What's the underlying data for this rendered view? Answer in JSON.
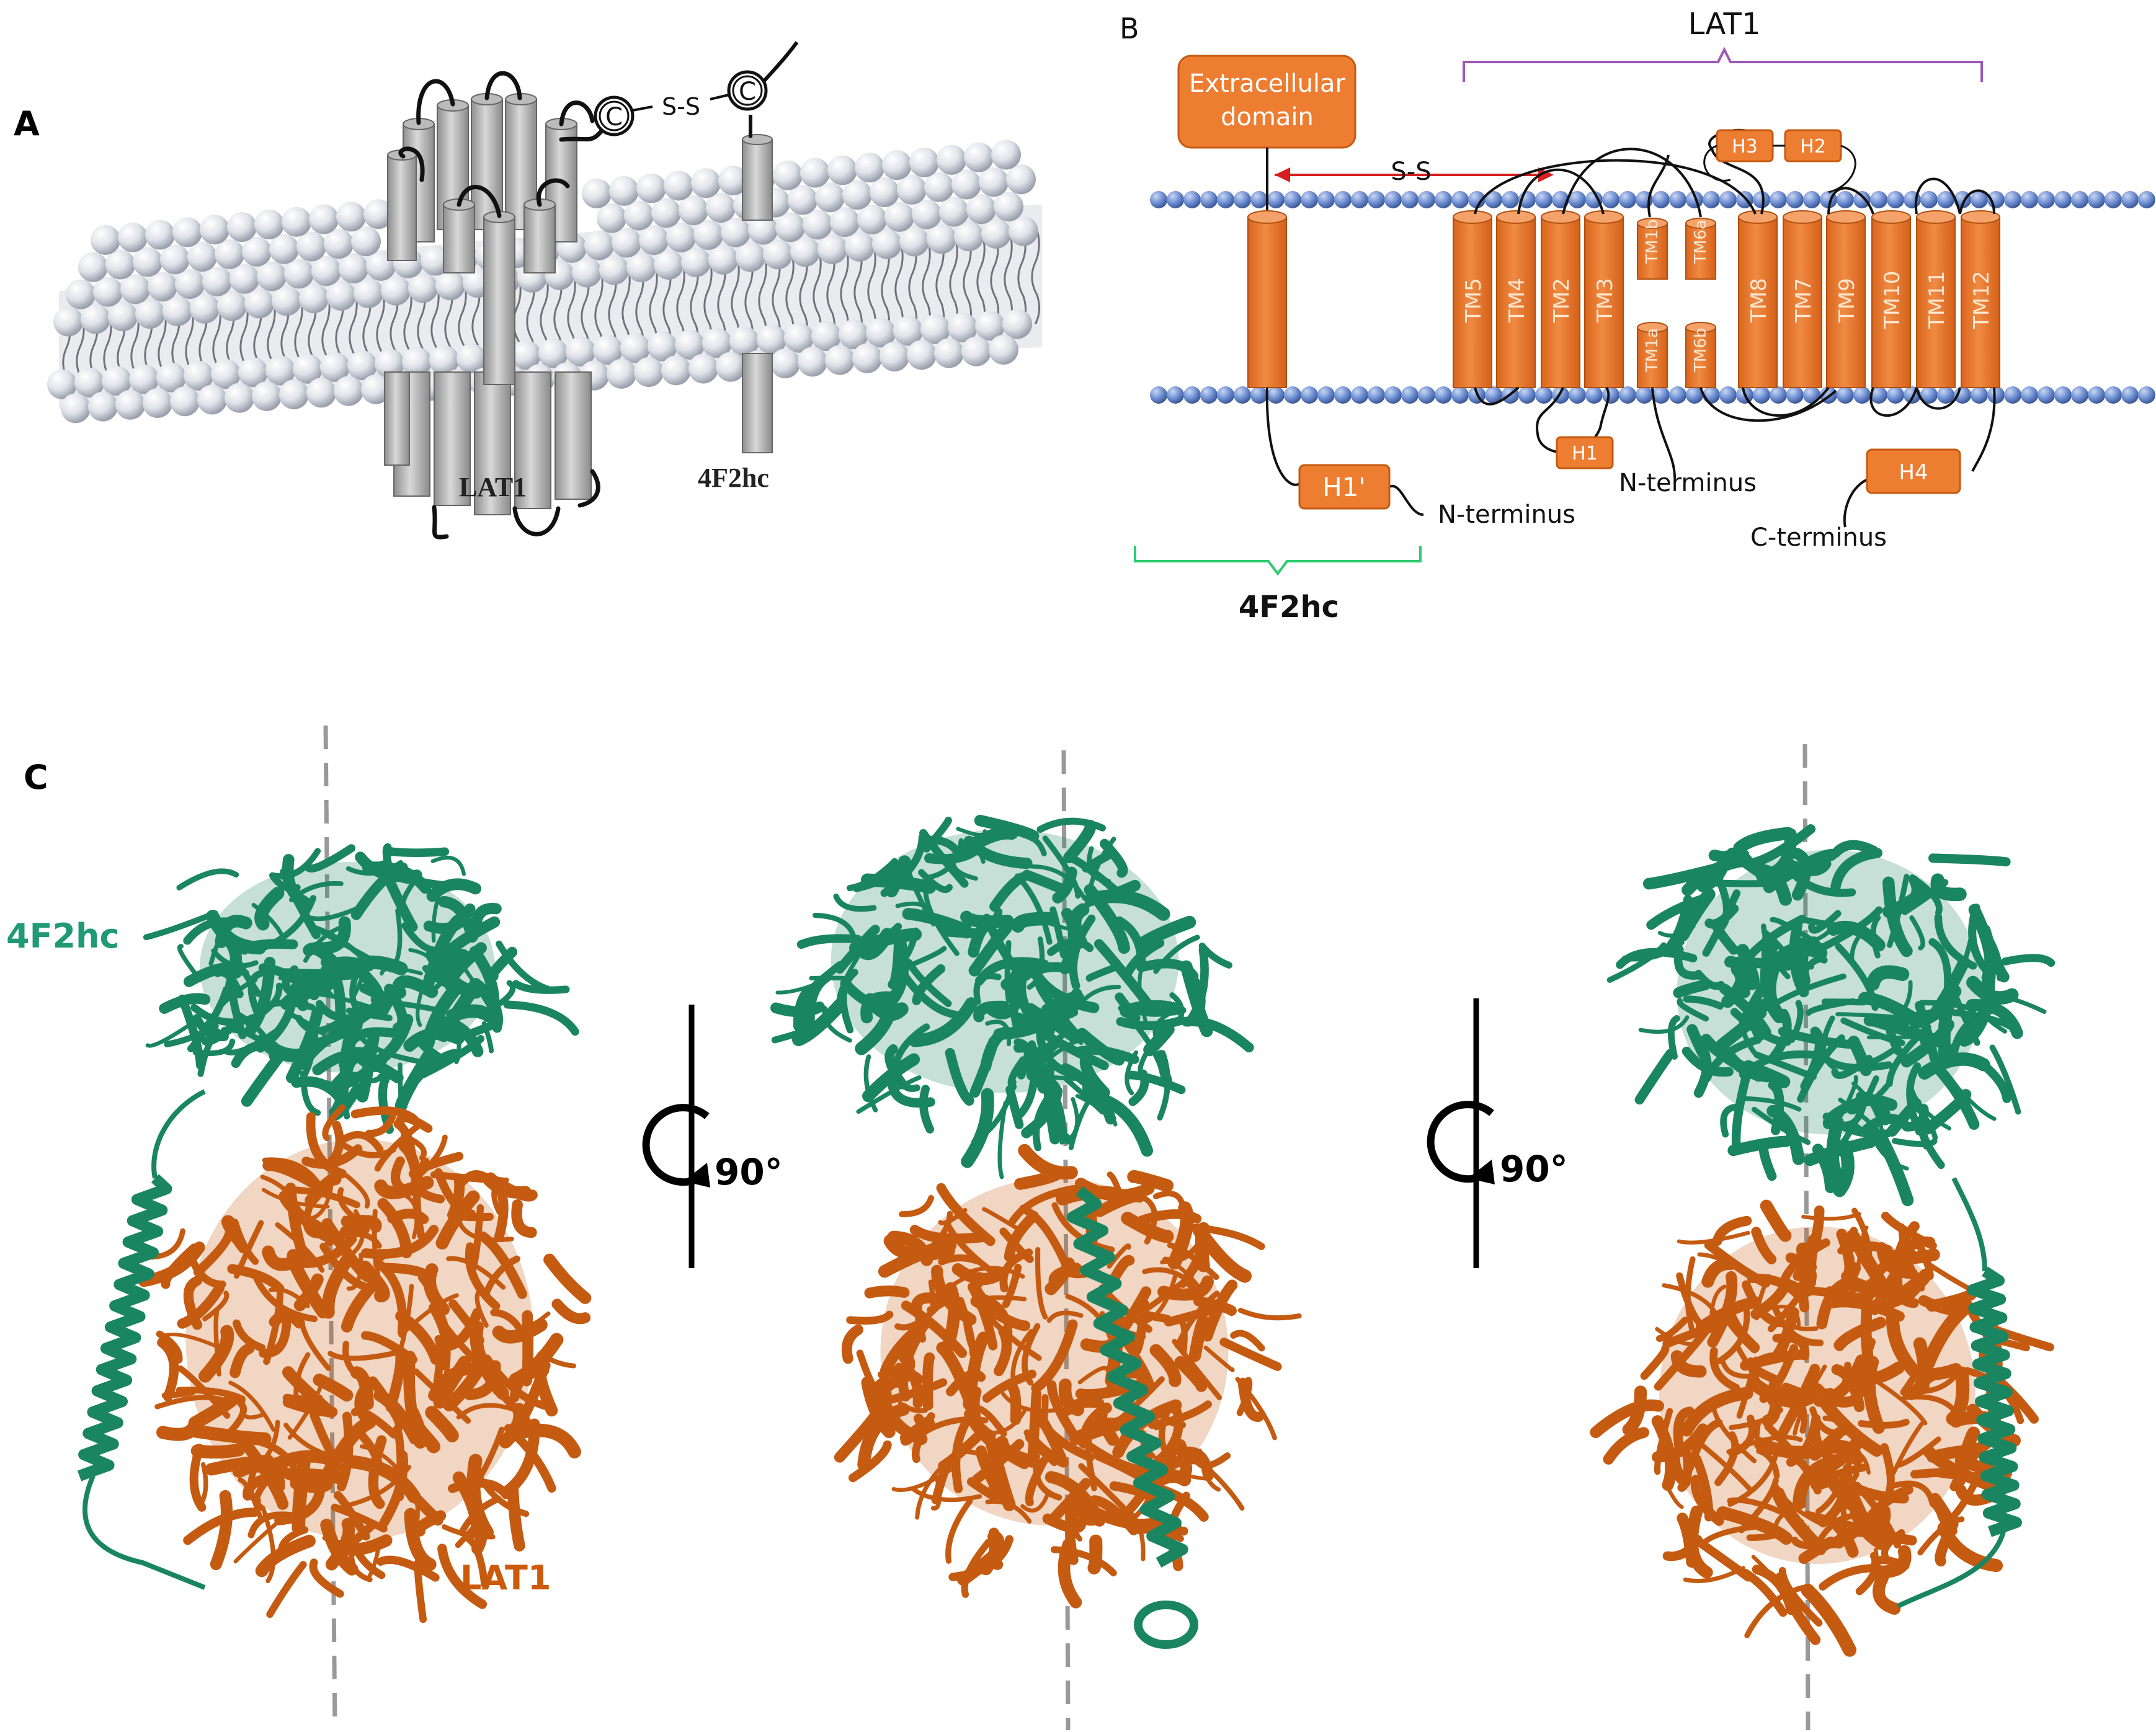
{
  "panel_a": {
    "letter": "A",
    "cys_left": "C",
    "cys_right": "C",
    "bond": "S-S",
    "lat1_label": "LAT1",
    "hc_label": "4F2hc"
  },
  "panel_b": {
    "letter": "B",
    "lat1_title": "LAT1",
    "hc_title": "4F2hc",
    "extracellular": [
      "Extracellular",
      "domain"
    ],
    "ss": "S-S",
    "helices": [
      "TM5",
      "TM4",
      "TM2",
      "TM3",
      "TM8",
      "TM7",
      "TM9",
      "TM10",
      "TM11",
      "TM12"
    ],
    "half_helices_top": [
      "TM1b",
      "TM6a"
    ],
    "half_helices_bottom": [
      "TM1a",
      "TM6b"
    ],
    "boxes": {
      "h1prime": "H1'",
      "h1": "H1",
      "h2": "H2",
      "h3": "H3",
      "h4": "H4"
    },
    "n_terminus_hc": "N-terminus",
    "n_terminus_lat1": "N-terminus",
    "c_terminus": "C-terminus"
  },
  "panel_c": {
    "letter": "C",
    "hc_label": "4F2hc",
    "lat1_label": "LAT1",
    "rotation_1": "90°",
    "rotation_2": "90°"
  },
  "colors": {
    "orange": "#ed7d31",
    "orange_dark": "#c55a11",
    "teal": "#1a8561",
    "teal_label": "#1f9a73",
    "lat1_label": "#cc5a0a",
    "bead": "#6b8cd0",
    "purple": "#9b59b6",
    "green": "#2ecc71",
    "red": "#d61f1f"
  }
}
